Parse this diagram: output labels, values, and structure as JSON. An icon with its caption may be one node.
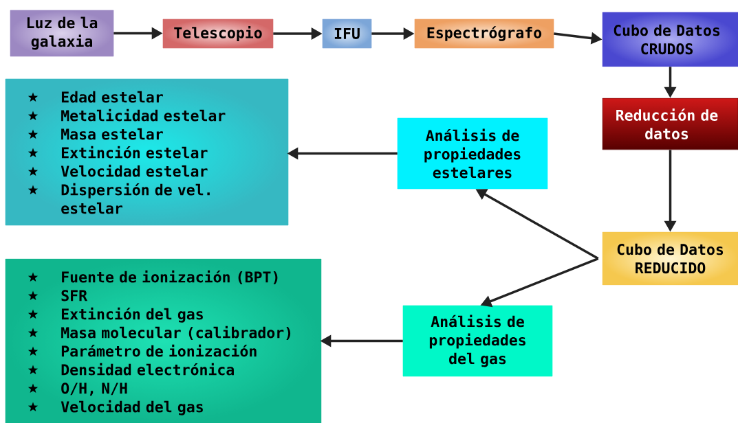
{
  "diagram": {
    "nodes": [
      {
        "text": [
          "Luz de la galaxia"
        ]
      },
      {
        "text": [
          "Telescopio"
        ]
      },
      {
        "text": [
          "IFU"
        ]
      },
      {
        "text": [
          "Espectrógrafo"
        ]
      },
      {
        "text": [
          "Cubo de Datos CRUDOS"
        ]
      },
      {
        "text": [
          "Reducción de datos"
        ]
      },
      {
        "text": [
          "Cubo de Datos REDUCIDO"
        ]
      },
      {
        "text": [
          "Análisis de propiedades estelares"
        ]
      },
      {
        "text": [
          "Edad estelar",
          "Metalicidad estelar",
          "Masa estelar",
          "Extinción estelar",
          "Velocidad estelar",
          "Dispersión de vel. estelar"
        ]
      },
      {
        "text": [
          "Análisis de propiedades del gas"
        ]
      },
      {
        "text": [
          "Fuente de ionización (BPT)",
          "SFR",
          "Extinción del gas",
          "Masa molecular (calibrador)",
          "Parámetro de ionización",
          "Densidad electrónica",
          "O/H, N/H",
          "Velocidad del gas"
        ]
      }
    ],
    "edges": [
      {
        "from": 0,
        "to": 1,
        "arrow": "to"
      },
      {
        "from": 1,
        "to": 2,
        "arrow": "to"
      },
      {
        "from": 2,
        "to": 3,
        "arrow": "to"
      },
      {
        "from": 3,
        "to": 4,
        "arrow": "to"
      },
      {
        "from": 4,
        "to": 5,
        "arrow": "to"
      },
      {
        "from": 5,
        "to": 6,
        "arrow": "to"
      },
      {
        "from": 6,
        "to": 7,
        "arrow": "to"
      },
      {
        "from": 6,
        "to": 9,
        "arrow": "to"
      },
      {
        "from": 7,
        "to": 8,
        "arrow": "to"
      },
      {
        "from": 9,
        "to": 10,
        "arrow": "to"
      }
    ]
  }
}
